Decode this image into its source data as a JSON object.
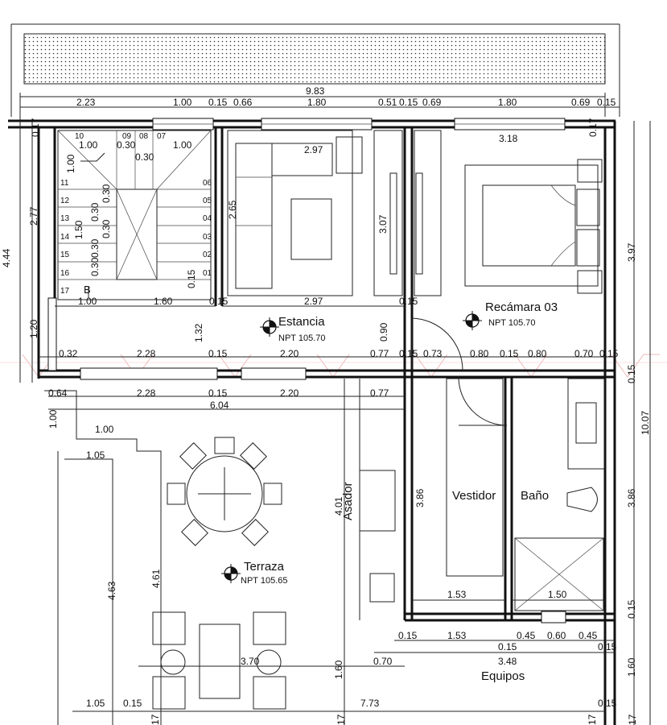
{
  "rooms": {
    "estancia": {
      "label": "Estancia",
      "level": "NPT 105.70"
    },
    "recamara": {
      "label": "Recámara 03",
      "level": "NPT 105.70"
    },
    "terraza": {
      "label": "Terraza",
      "level": "NPT 105.65"
    },
    "vestidor": {
      "label": "Vestidor"
    },
    "bano": {
      "label": "Baño"
    },
    "asador": {
      "label": "Asador"
    },
    "equipos": {
      "label": "Equipos"
    },
    "stair_mark": {
      "label": "B"
    }
  },
  "stair_numbers": [
    "10",
    "09",
    "08",
    "07",
    "11",
    "12",
    "13",
    "14",
    "15",
    "16",
    "17",
    "06",
    "05",
    "04",
    "03",
    "02",
    "01"
  ],
  "dimensions": {
    "top_total": "9.83",
    "top_row": [
      "2.23",
      "1.00",
      "0.15",
      "0.66",
      "1.80",
      "0.51",
      "0.15",
      "0.69",
      "1.80",
      "0.69",
      "0.15"
    ],
    "left_side": [
      "0.17",
      "2.77",
      "4.44",
      "1.20",
      "0.64",
      "1.00"
    ],
    "right_side": [
      "0.17",
      "3.97",
      "0.15",
      "10.07",
      "3.86",
      "0.15",
      "1.60",
      "0.15"
    ],
    "stair": [
      "1.00",
      "0.30",
      "0.30",
      "1.00",
      "1.00",
      "0.30",
      "1.50",
      "0.30",
      "0.30",
      "0.30",
      "0.30",
      "0.15",
      "1.00",
      "1.60",
      "0.15"
    ],
    "estancia": [
      "2.97",
      "2.65",
      "3.07",
      "2.97",
      "1.32",
      "0.15"
    ],
    "recamara": [
      "3.18",
      "0.90"
    ],
    "middle_row": [
      "0.32",
      "2.28",
      "0.15",
      "2.20",
      "0.77",
      "0.15",
      "0.73",
      "0.80",
      "0.15",
      "0.80",
      "0.70",
      "0.15"
    ],
    "terrace_top": [
      "2.28",
      "0.15",
      "2.20",
      "0.77",
      "6.04",
      "1.00"
    ],
    "terrace": [
      "1.05",
      "4.63",
      "4.61",
      "4.01",
      "3.70",
      "1.60",
      "0.70",
      "1.05",
      "0.15",
      "7.73"
    ],
    "wardrobe": [
      "3.86",
      "1.53",
      "0.15",
      "1.53"
    ],
    "bath": [
      "1.50",
      "0.45",
      "0.60",
      "0.45",
      "0.15",
      "3.48",
      "0.15"
    ],
    "bottom_marks": [
      "17",
      "17",
      "17",
      "17"
    ]
  }
}
